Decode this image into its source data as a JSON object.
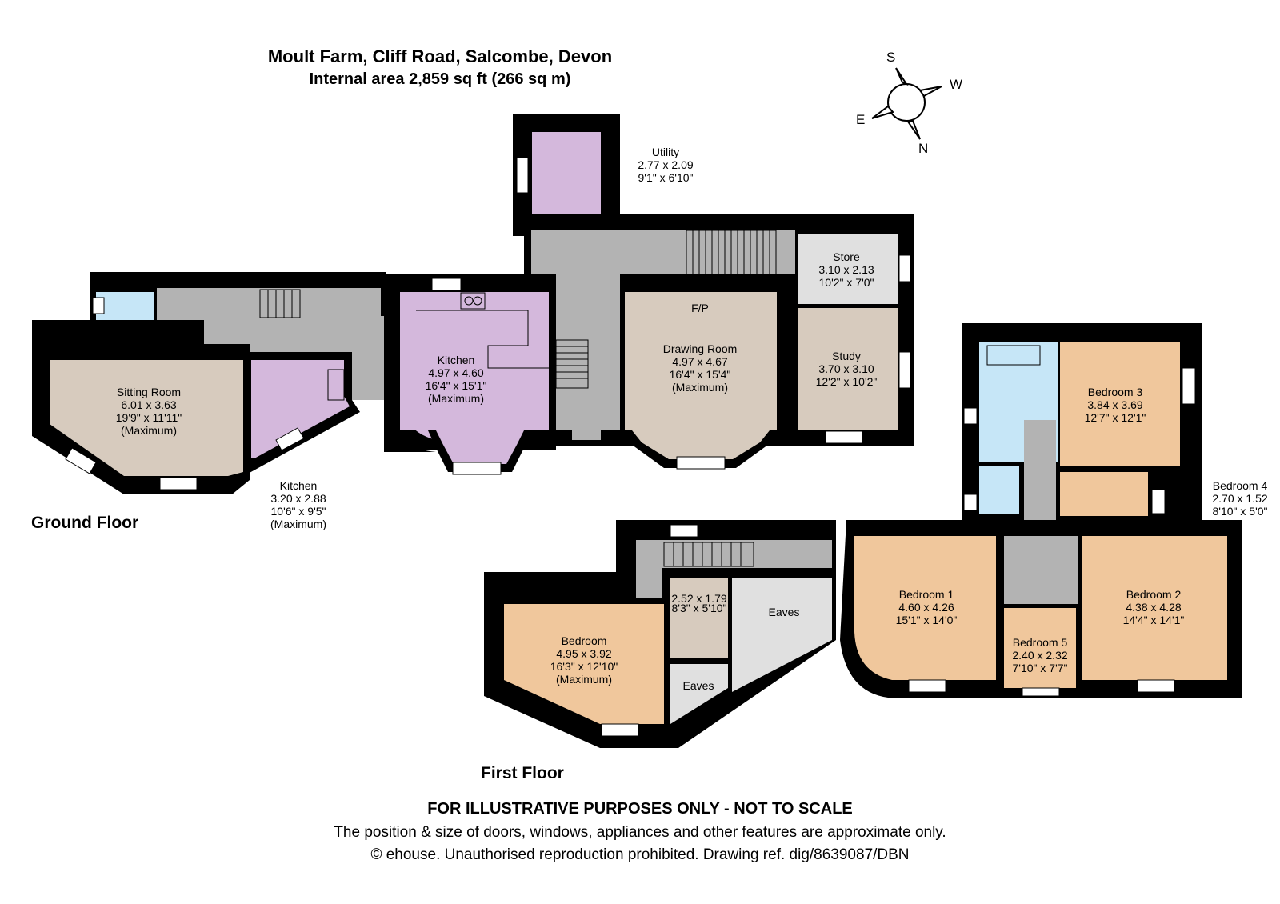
{
  "header": {
    "address": "Moult Farm, Cliff Road, Salcombe, Devon",
    "area": "Internal area 2,859 sq ft (266 sq m)"
  },
  "compass": {
    "s": "S",
    "w": "W",
    "e": "E",
    "n": "N"
  },
  "floors": {
    "ground": "Ground Floor",
    "first": "First Floor"
  },
  "colors": {
    "wall": "#000000",
    "hall": "#b3b3b3",
    "store": "#e0e0e0",
    "purple": "#d4b8dc",
    "taupe": "#d7cbbe",
    "orange": "#f0c79c",
    "blue": "#c6e6f7",
    "window": "#ffffff"
  },
  "rooms": {
    "utility": {
      "lines": [
        "Utility",
        "2.77 x 2.09",
        "9'1\" x 6'10\""
      ]
    },
    "store": {
      "lines": [
        "Store",
        "3.10 x 2.13",
        "10'2\" x 7'0\""
      ]
    },
    "fp": {
      "lines": [
        "F/P"
      ]
    },
    "drawing": {
      "lines": [
        "Drawing Room",
        "4.97 x 4.67",
        "16'4\" x 15'4\"",
        "(Maximum)"
      ]
    },
    "study": {
      "lines": [
        "Study",
        "3.70 x 3.10",
        "12'2\" x 10'2\""
      ]
    },
    "kitchen1": {
      "lines": [
        "Kitchen",
        "4.97 x 4.60",
        "16'4\" x 15'1\"",
        "(Maximum)"
      ]
    },
    "sitting": {
      "lines": [
        "Sitting Room",
        "6.01 x 3.63",
        "19'9\" x 11'11\"",
        "(Maximum)"
      ]
    },
    "kitchen2": {
      "lines": [
        "Kitchen",
        "3.20 x 2.88",
        "10'6\" x 9'5\"",
        "(Maximum)"
      ]
    },
    "bedroom3": {
      "lines": [
        "Bedroom 3",
        "3.84 x 3.69",
        "12'7\" x 12'1\""
      ]
    },
    "bedroom4": {
      "lines": [
        "Bedroom 4",
        "2.70 x 1.52",
        "8'10\" x 5'0\""
      ]
    },
    "bedroom1": {
      "lines": [
        "Bedroom 1",
        "4.60 x 4.26",
        "15'1\" x 14'0\""
      ]
    },
    "bedroom2": {
      "lines": [
        "Bedroom 2",
        "4.38 x 4.28",
        "14'4\" x 14'1\""
      ]
    },
    "bedroom5": {
      "lines": [
        "Bedroom 5",
        "2.40 x 2.32",
        "7'10\" x 7'7\""
      ]
    },
    "bedroom": {
      "lines": [
        "Bedroom",
        "4.95 x 3.92",
        "16'3\" x 12'10\"",
        "(Maximum)"
      ]
    },
    "smallroom": {
      "lines": [
        "2.52 x 1.79",
        "8'3\" x 5'10\""
      ]
    },
    "eaves1": {
      "lines": [
        "Eaves"
      ]
    },
    "eaves2": {
      "lines": [
        "Eaves"
      ]
    }
  },
  "footer": {
    "disclaimer": "FOR ILLUSTRATIVE PURPOSES ONLY - NOT TO SCALE",
    "note": "The position & size of doors, windows, appliances and other features are approximate only.",
    "copyright": "© ehouse. Unauthorised reproduction prohibited. Drawing ref. dig/8639087/DBN"
  }
}
